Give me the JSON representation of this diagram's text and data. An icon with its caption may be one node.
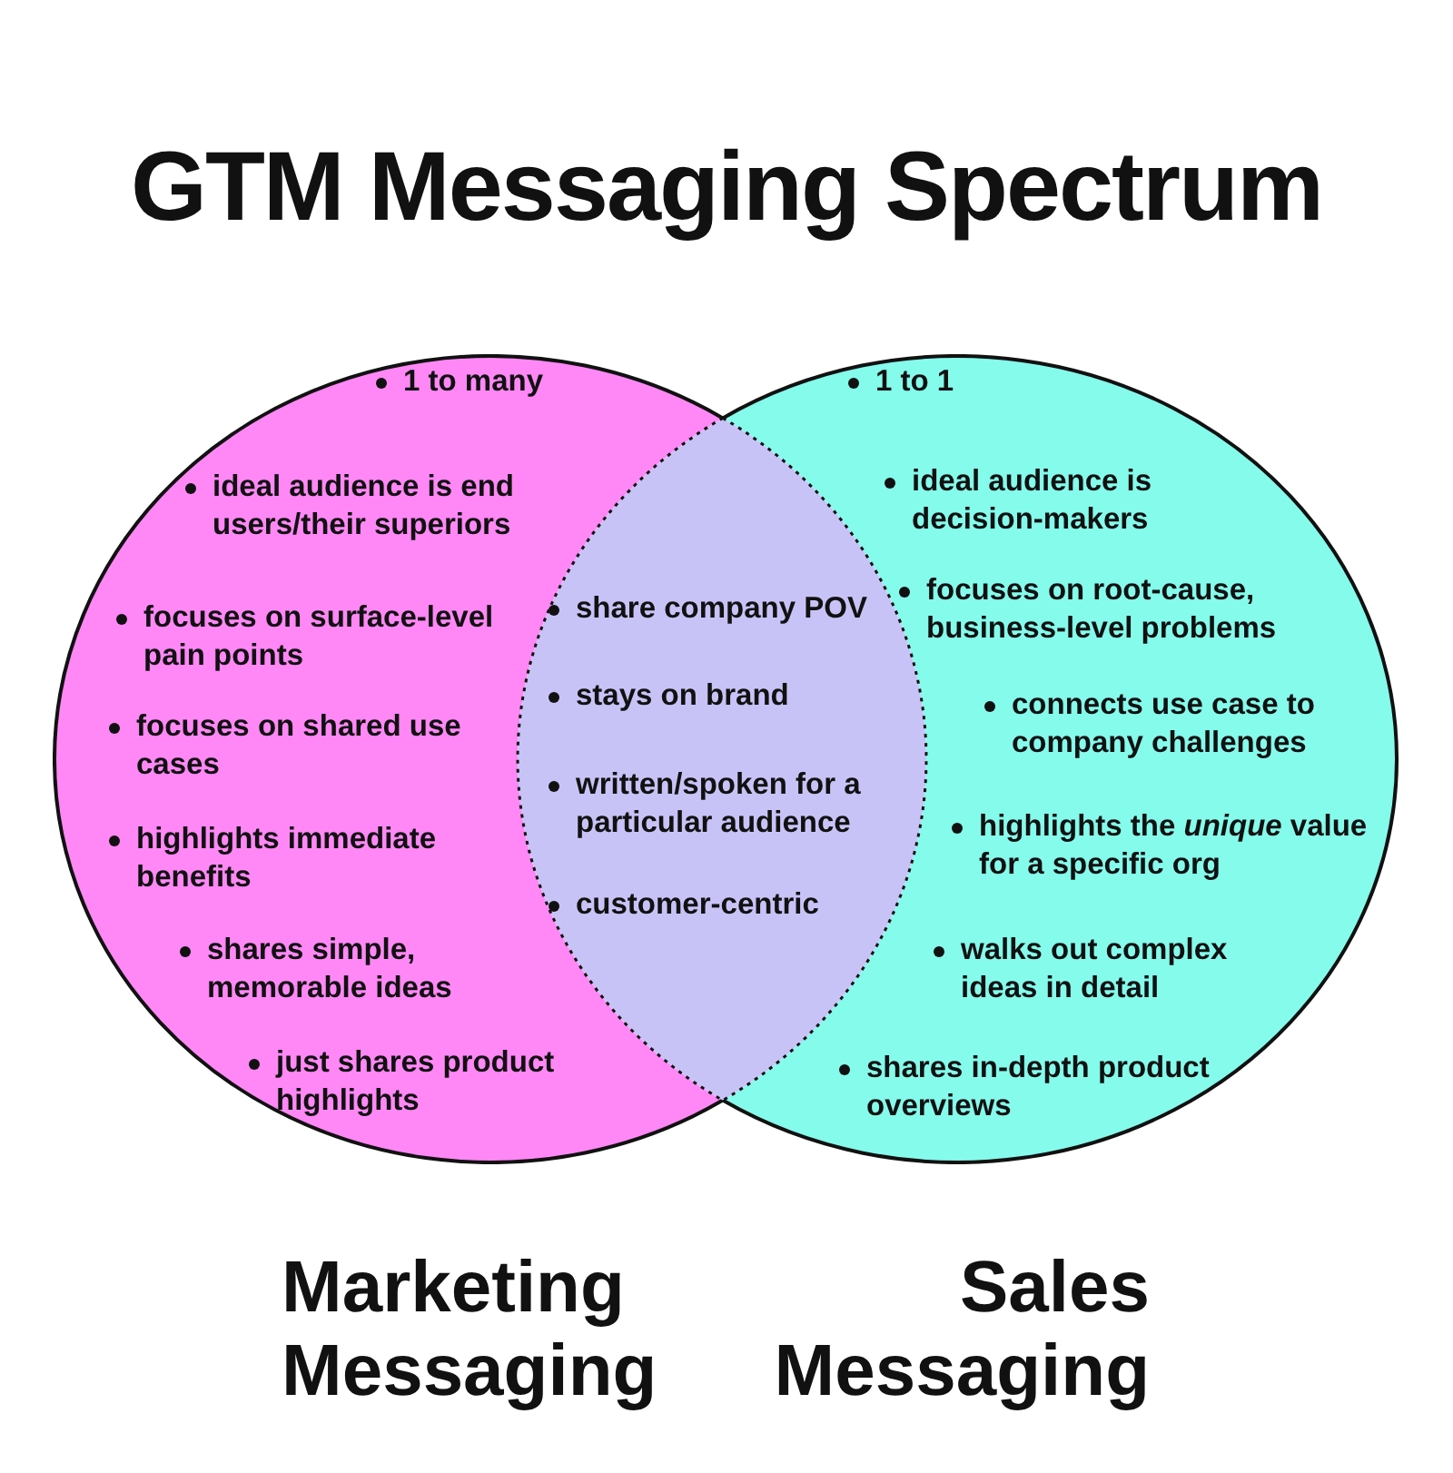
{
  "diagram": {
    "title": "GTM Messaging Spectrum",
    "nodes": [
      {
        "text": [
          "1 to many",
          "ideal audience is end users/their superiors",
          "focuses on surface-level pain points",
          "focuses on shared use cases",
          "highlights immediate benefits",
          "shares simple, memorable ideas",
          "just shares product highlights"
        ]
      },
      {
        "text": [
          "1 to 1",
          "ideal audience is decision-makers",
          "focuses on root-cause, business-level problems",
          "connects use case to company challenges",
          "highlights the *unique* value for a specific org",
          "walks out complex ideas in detail",
          "shares in-depth product overviews"
        ]
      },
      {
        "text": [
          "share company POV",
          "stays on brand",
          "written/spoken for a particular audience",
          "customer-centric"
        ]
      }
    ],
    "edges": [],
    "labels": [
      "Marketing Messaging",
      "Sales Messaging"
    ]
  }
}
